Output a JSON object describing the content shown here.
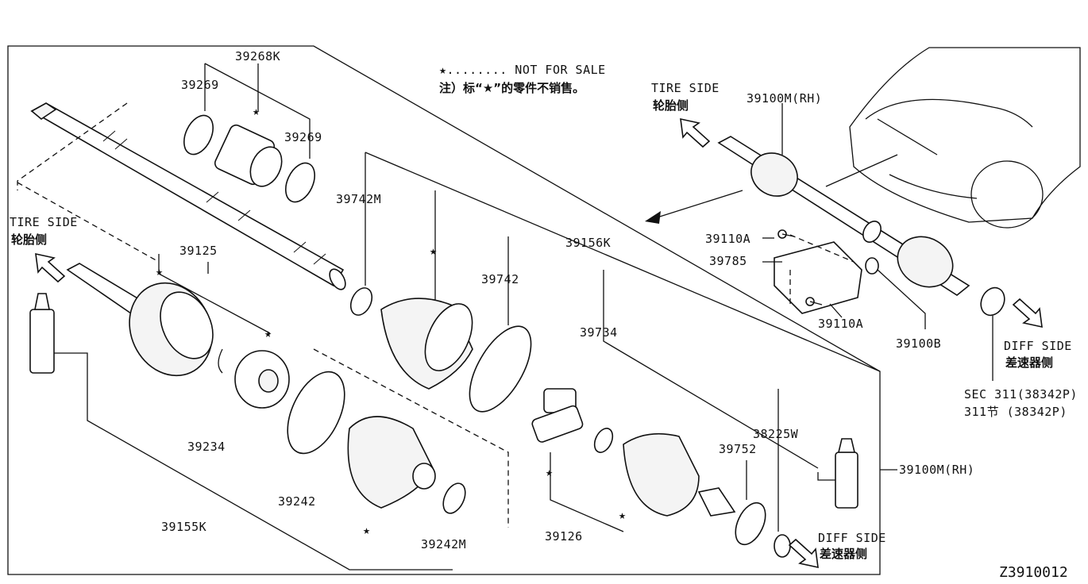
{
  "diagram_id": "Z3910012",
  "legend": {
    "star_note": "★........ NOT FOR SALE",
    "star_note_cn": "注）标“★”的零件不销售。"
  },
  "directions": {
    "tire_side_top": "TIRE SIDE",
    "tire_side_top_cn": "轮胎侧",
    "tire_side_left": "TIRE SIDE",
    "tire_side_left_cn": "轮胎侧",
    "diff_side_right": "DIFF SIDE",
    "diff_side_right_cn": "差速器侧",
    "diff_side_bottom": "DIFF SIDE",
    "diff_side_bottom_cn": "差速器侧"
  },
  "labels": {
    "p39268K": "39268K",
    "p39269a": "39269",
    "p39269b": "39269",
    "p39742M": "39742M",
    "p39125": "39125",
    "p39742": "39742",
    "p39156K": "39156K",
    "p39734": "39734",
    "p39234": "39234",
    "p39242": "39242",
    "p39155K": "39155K",
    "p39242M": "39242M",
    "p39126": "39126",
    "p39752": "39752",
    "p38225W": "38225W",
    "p39100M_RH_main": "39100M(RH)",
    "p39100M_RH_top": "39100M(RH)",
    "p39110A_a": "39110A",
    "p39785": "39785",
    "p39110A_b": "39110A",
    "p39100B": "39100B",
    "sec_ref": "SEC 311(38342P)",
    "sec_ref_cn": "311节 (38342P)"
  },
  "star_marks": [
    "★",
    "★",
    "★",
    "★",
    "★",
    "★",
    "★",
    "★"
  ]
}
